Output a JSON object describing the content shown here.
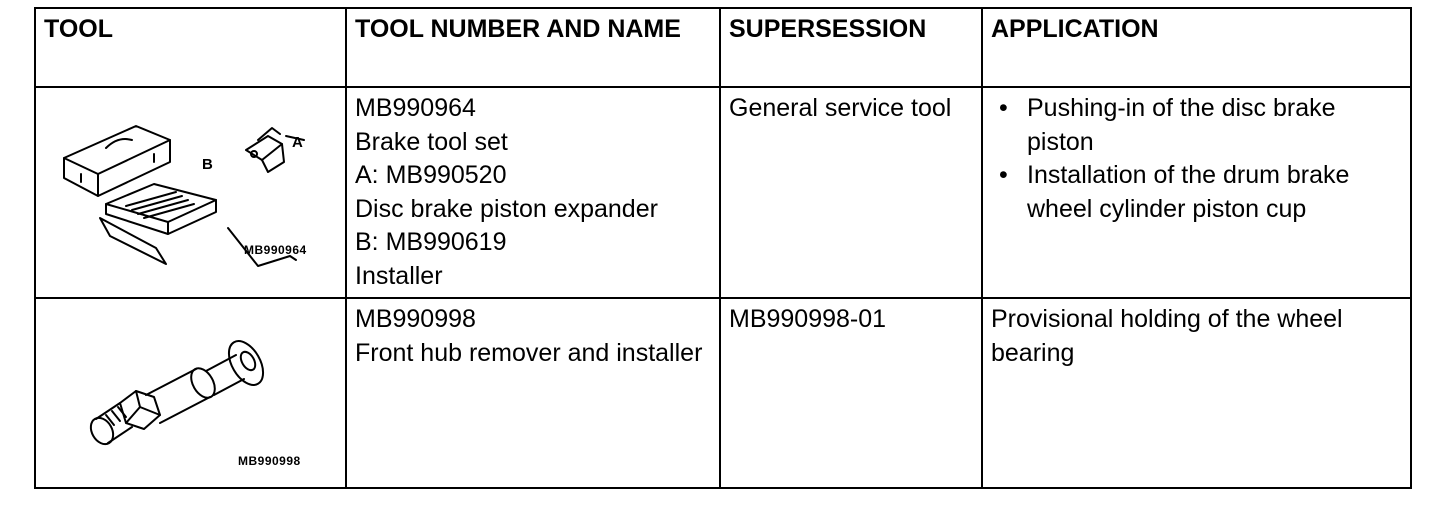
{
  "headers": {
    "tool": "TOOL",
    "number_name": "TOOL NUMBER AND NAME",
    "supersession": "SUPERSESSION",
    "application": "APPLICATION"
  },
  "rows": [
    {
      "figure_label": "MB990964",
      "callouts": [
        "A",
        "B"
      ],
      "number_lines": [
        "MB990964",
        "Brake tool set",
        "A: MB990520",
        "Disc brake piston expander",
        "B: MB990619",
        "Installer"
      ],
      "supersession": "General service tool",
      "application_bullets": [
        "Pushing-in of the disc brake piston",
        "Installation of the drum brake wheel cylinder piston cup"
      ]
    },
    {
      "figure_label": "MB990998",
      "number_lines": [
        "MB990998",
        "Front hub remover and installer"
      ],
      "supersession": "MB990998-01",
      "application_text": "Provisional holding of the wheel bearing"
    }
  ]
}
